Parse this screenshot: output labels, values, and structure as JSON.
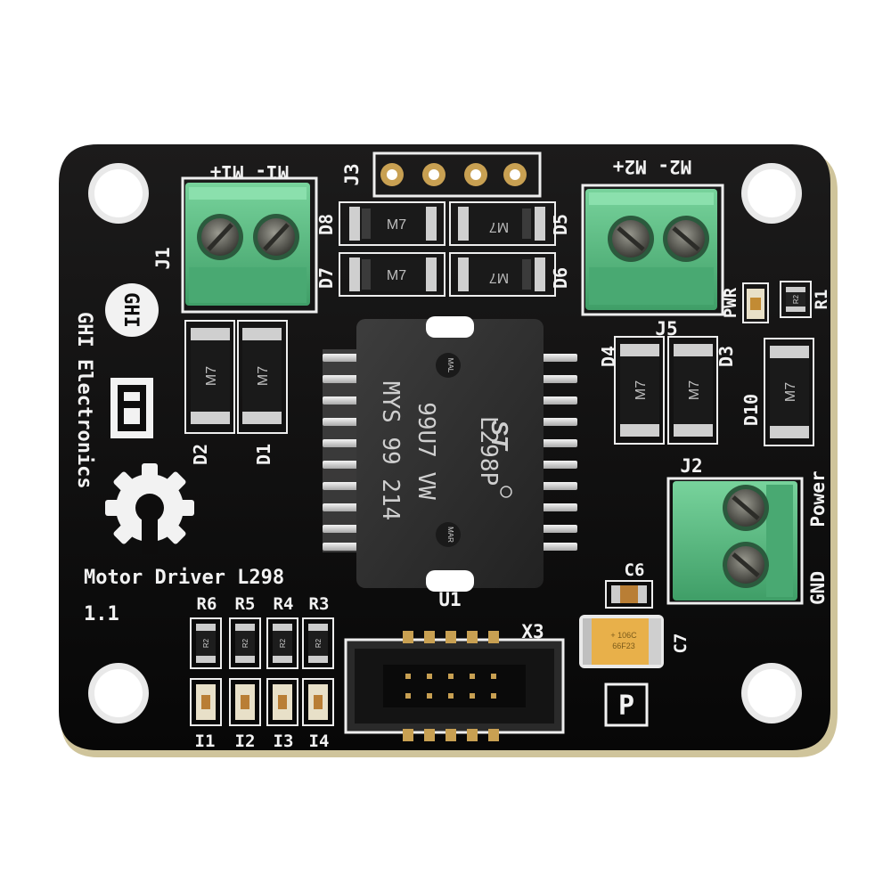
{
  "board": {
    "title": "Motor Driver L298",
    "version": "1.1",
    "brand": "GHI Electronics",
    "brand_short": "GHI",
    "chip_designator": "U1",
    "chip_lines": [
      "L298P",
      "99U7 VW",
      "MYS 99 214"
    ],
    "chip_logo": "ST",
    "chip_marks": [
      "MAL",
      "MAR"
    ],
    "header_label": "X3",
    "p_mark": "P",
    "colors": {
      "pcb": "#0e0d0d",
      "silkscreen": "#f2f2f2",
      "terminal_green": "#5fbf86",
      "pad_gold": "#c8a052",
      "tantalum": "#e8b04a"
    }
  },
  "connectors": {
    "j1": {
      "ref": "J1",
      "pins": "M1- M1+"
    },
    "j5": {
      "ref": "J5",
      "pins": "M2- M2+"
    },
    "j2": {
      "ref": "J2",
      "power": "Power",
      "gnd": "GND"
    },
    "j3": {
      "ref": "J3"
    }
  },
  "diodes": {
    "d1": {
      "ref": "D1",
      "mark": "M7"
    },
    "d2": {
      "ref": "D2",
      "mark": "M7"
    },
    "d3": {
      "ref": "D3",
      "mark": "M7"
    },
    "d4": {
      "ref": "D4",
      "mark": "M7"
    },
    "d5": {
      "ref": "D5",
      "mark": "M7"
    },
    "d6": {
      "ref": "D6",
      "mark": "M7"
    },
    "d7": {
      "ref": "D7",
      "mark": "M7"
    },
    "d8": {
      "ref": "D8",
      "mark": "M7"
    },
    "d10": {
      "ref": "D10",
      "mark": "M7"
    }
  },
  "passives": {
    "r1": "R1",
    "r3": "R3",
    "r4": "R4",
    "r5": "R5",
    "r6": "R6",
    "c6": "C6",
    "c7": "C7",
    "pwr": "PWR",
    "i1": "I1",
    "i2": "I2",
    "i3": "I3",
    "i4": "I4",
    "resistor_mark": "R2",
    "tantalum_lines": [
      "+ 106C",
      "66F23"
    ]
  }
}
